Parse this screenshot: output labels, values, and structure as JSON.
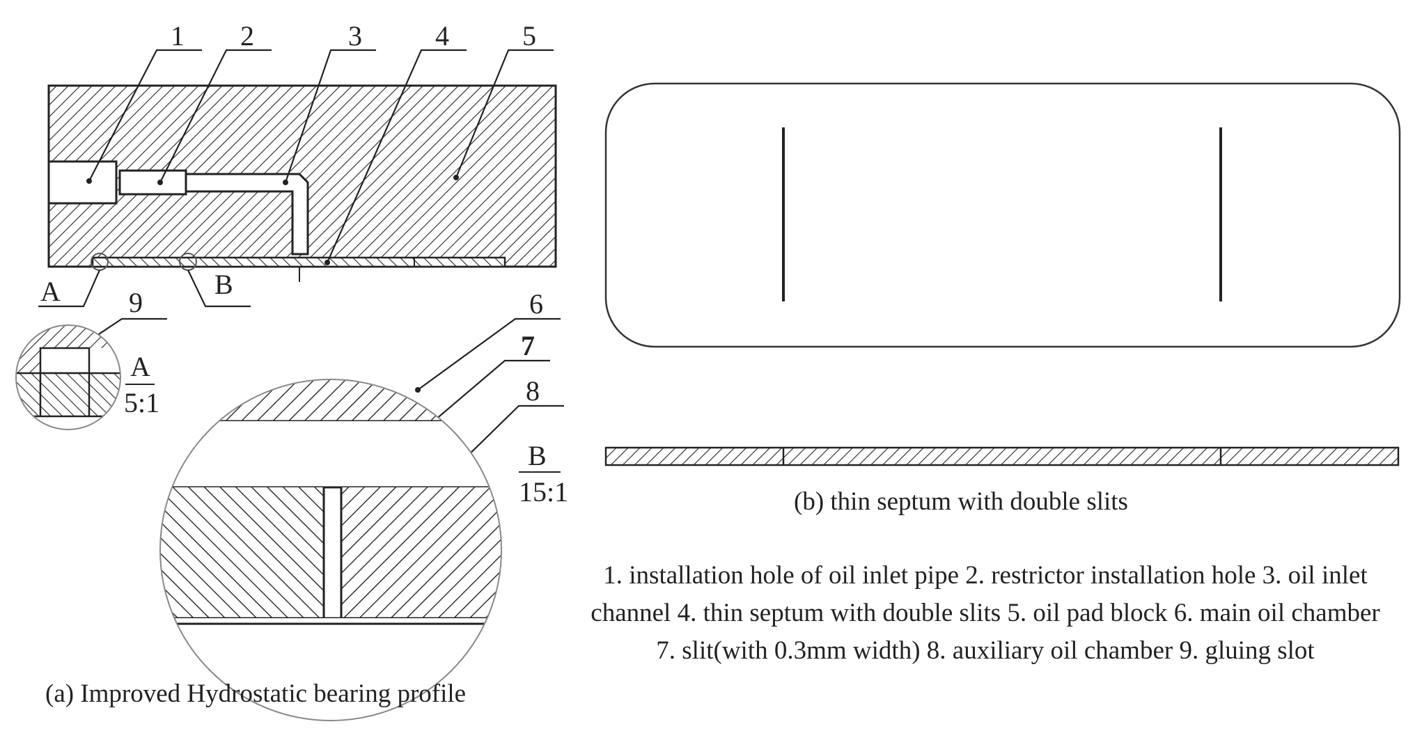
{
  "figure_a": {
    "caption": "(a) Improved Hydrostatic bearing profile",
    "callouts": [
      "1",
      "2",
      "3",
      "4",
      "5",
      "6",
      "7",
      "8",
      "9"
    ],
    "detail_a": {
      "label": "A",
      "scale": "5:1"
    },
    "detail_b": {
      "label": "B",
      "scale": "15:1"
    }
  },
  "figure_b": {
    "caption": "(b) thin septum with double slits"
  },
  "legend": {
    "text": "1. installation hole of oil inlet pipe   2. restrictor installation hole  3. oil inlet channel  4. thin septum with double slits  5. oil pad block  6. main oil chamber  7. slit(with 0.3mm width)  8. auxiliary oil chamber  9. gluing slot"
  }
}
